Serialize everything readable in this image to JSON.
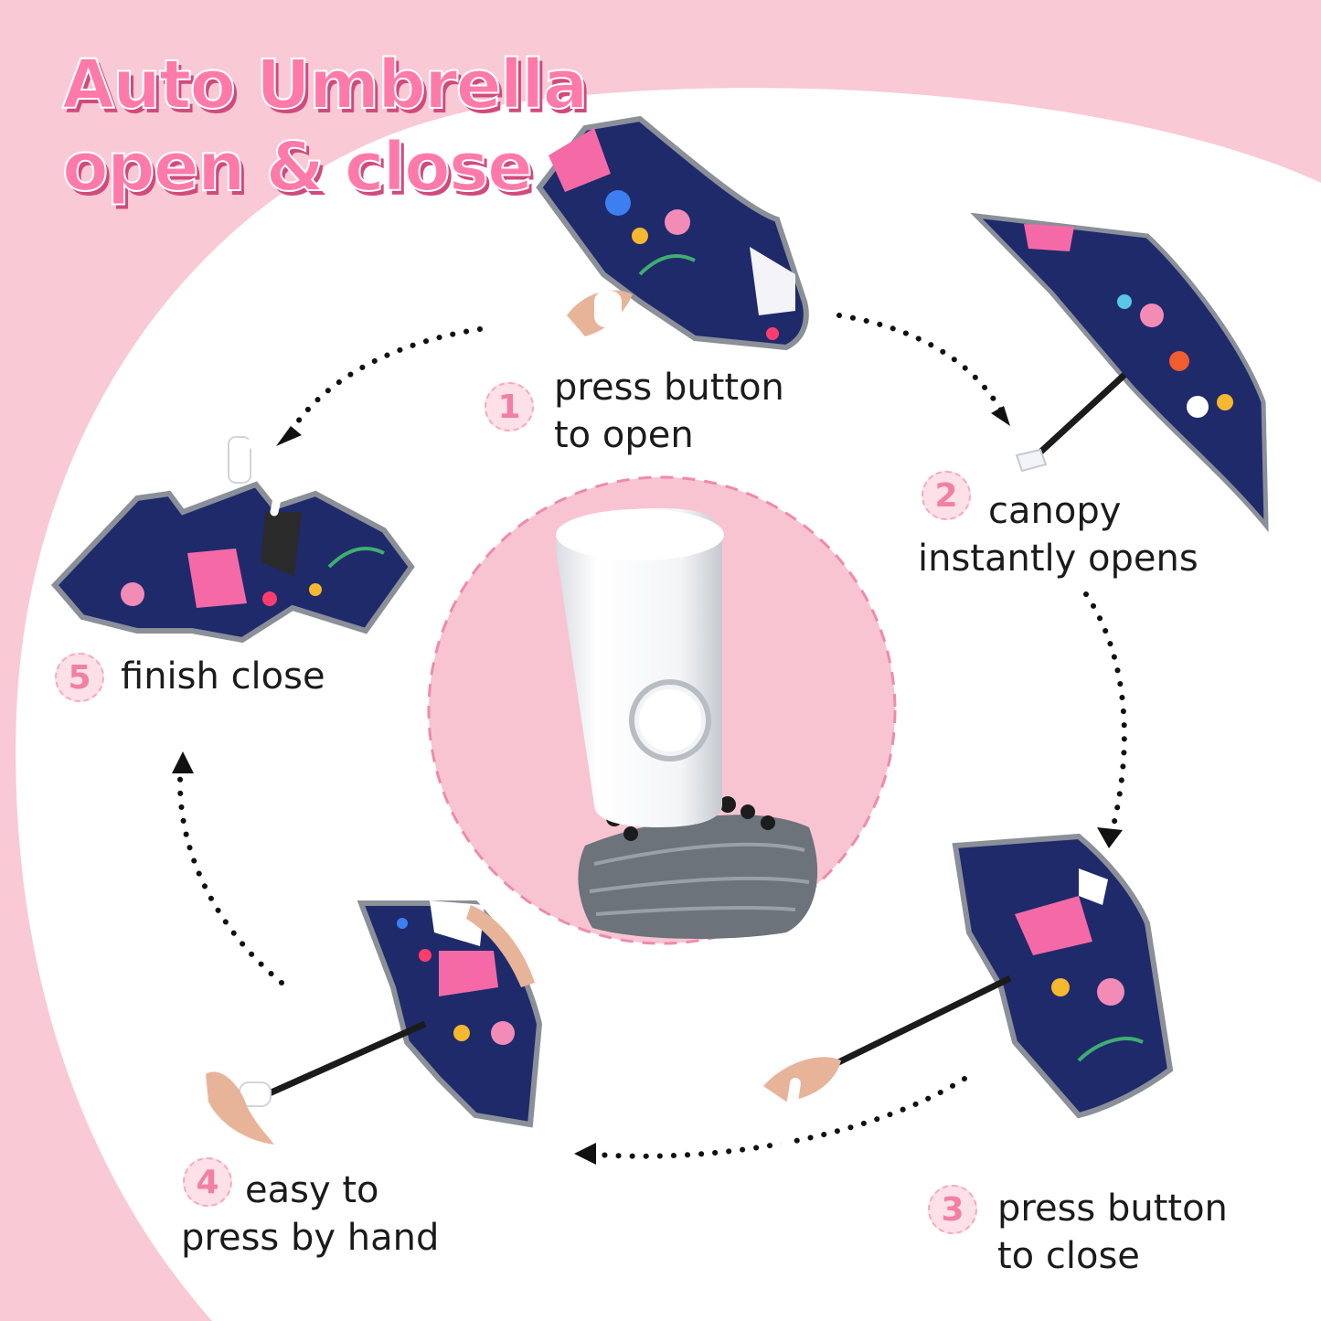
{
  "title": {
    "line1": "Auto Umbrella",
    "line2": "open & close"
  },
  "steps": [
    {
      "number": "1",
      "caption": "press button\nto open"
    },
    {
      "number": "2",
      "caption": "canopy\ninstantly opens"
    },
    {
      "number": "3",
      "caption": "press button\n  to close"
    },
    {
      "number": "4",
      "caption": "easy to\npress by hand"
    },
    {
      "number": "5",
      "caption": "finish close"
    }
  ],
  "colors": {
    "background": "#f9c9d5",
    "title": "#ff7aa8",
    "canopy": "#1f2a6b",
    "canopy_trim": "#8a8f98",
    "badge": "#f27fa6"
  },
  "icons": [
    "umbrella-icon",
    "hand-icon",
    "button-icon",
    "arrow-icon"
  ]
}
